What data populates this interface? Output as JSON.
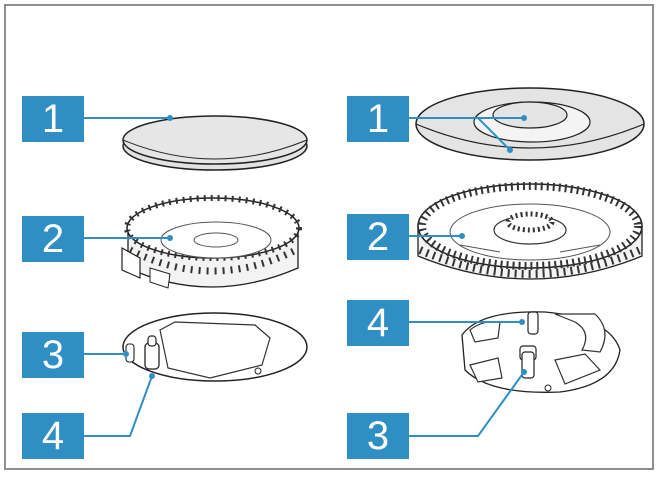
{
  "colors": {
    "badge": "#2f8fc5",
    "leader": "#2f8fc5",
    "outline": "#222222",
    "frame": "#8e8e8e"
  },
  "left_assembly": {
    "labels": [
      "1",
      "2",
      "3",
      "4"
    ],
    "parts": [
      "burner-cap",
      "burner-head",
      "burner-base",
      "ignition-electrode"
    ]
  },
  "right_assembly": {
    "labels": [
      "1",
      "2",
      "4",
      "3"
    ],
    "parts": [
      "burner-cap",
      "burner-head",
      "ignition-electrode",
      "burner-base"
    ]
  }
}
